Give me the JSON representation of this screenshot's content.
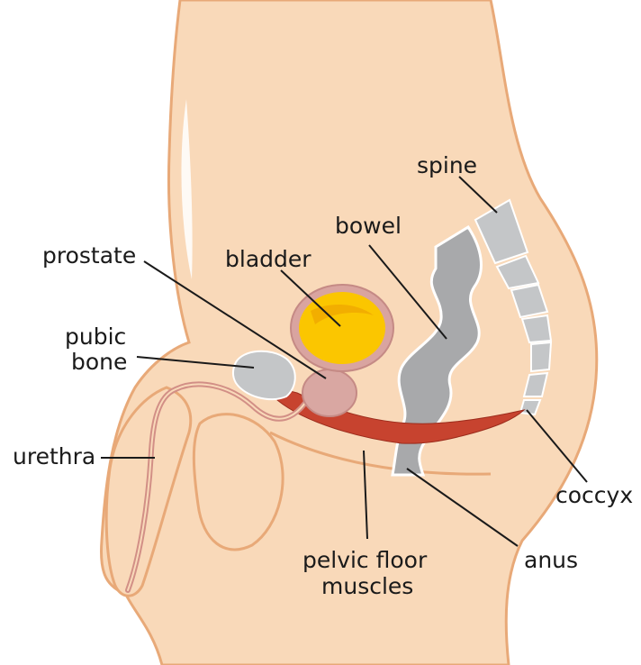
{
  "labels": {
    "spine": "spine",
    "bowel": "bowel",
    "prostate": "prostate",
    "bladder": "bladder",
    "pubic_bone_line1": "pubic",
    "pubic_bone_line2": "bone",
    "urethra": "urethra",
    "coccyx": "coccyx",
    "pelvic_floor_line1": "pelvic floor",
    "pelvic_floor_line2": "muscles",
    "anus": "anus"
  },
  "colors": {
    "skin": "#f9d9b9",
    "skin_outline": "#e8a978",
    "bladder_fill": "#fbc600",
    "bladder_rim": "#d9a4a0",
    "bowel": "#a8a9ab",
    "bone": "#c4c6c8",
    "prostate": "#d9a7a2",
    "pelvic_muscle": "#c7432f",
    "urethra": "#d28f86",
    "leader_line": "#1a1a1a"
  }
}
